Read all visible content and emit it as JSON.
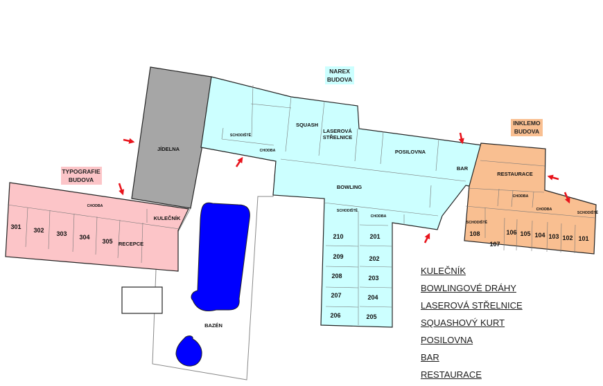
{
  "buildings": {
    "narex": "NAREX BUDOVA",
    "inklemo": "INKLEMO BUDOVA",
    "typografie": "TYPOGRAFIE BUDOVA"
  },
  "colors": {
    "narex": "#ccffff",
    "inklemo": "#f9bf91",
    "typografie": "#fcc5c8",
    "jidelna": "#a6a6a6",
    "pool": "#0000ff",
    "arrow": "#e8141c"
  },
  "rooms": {
    "jidelna": "JÍDELNA",
    "squash": "SQUASH",
    "laserova_1": "LASEROVÁ",
    "laserova_2": "STŘELNICE",
    "posilovna": "POSILOVNA",
    "bar": "BAR",
    "bowling": "BOWLING",
    "restaurace": "RESTAURACE",
    "kulecnik": "KULEČNÍK",
    "recepce": "RECEPCE",
    "bazen": "BAZÉN",
    "chodba": "CHODBA",
    "schodiste": "SCHODIŠTĚ"
  },
  "room_numbers": {
    "typografie": [
      "301",
      "302",
      "303",
      "304",
      "305"
    ],
    "narex_left": [
      "210",
      "209",
      "208",
      "207",
      "206"
    ],
    "narex_right": [
      "201",
      "202",
      "203",
      "204",
      "205"
    ],
    "inklemo": [
      "108",
      "107",
      "106",
      "105",
      "104",
      "103",
      "102",
      "101"
    ]
  },
  "legend": [
    "KULEČNÍK",
    "BOWLINGOVÉ DRÁHY",
    "LASEROVÁ STŘELNICE",
    "SQUASHOVÝ KURT",
    "POSILOVNA",
    "BAR",
    "RESTAURACE"
  ],
  "icons": {
    "entrance": "red-arrow-icon"
  }
}
